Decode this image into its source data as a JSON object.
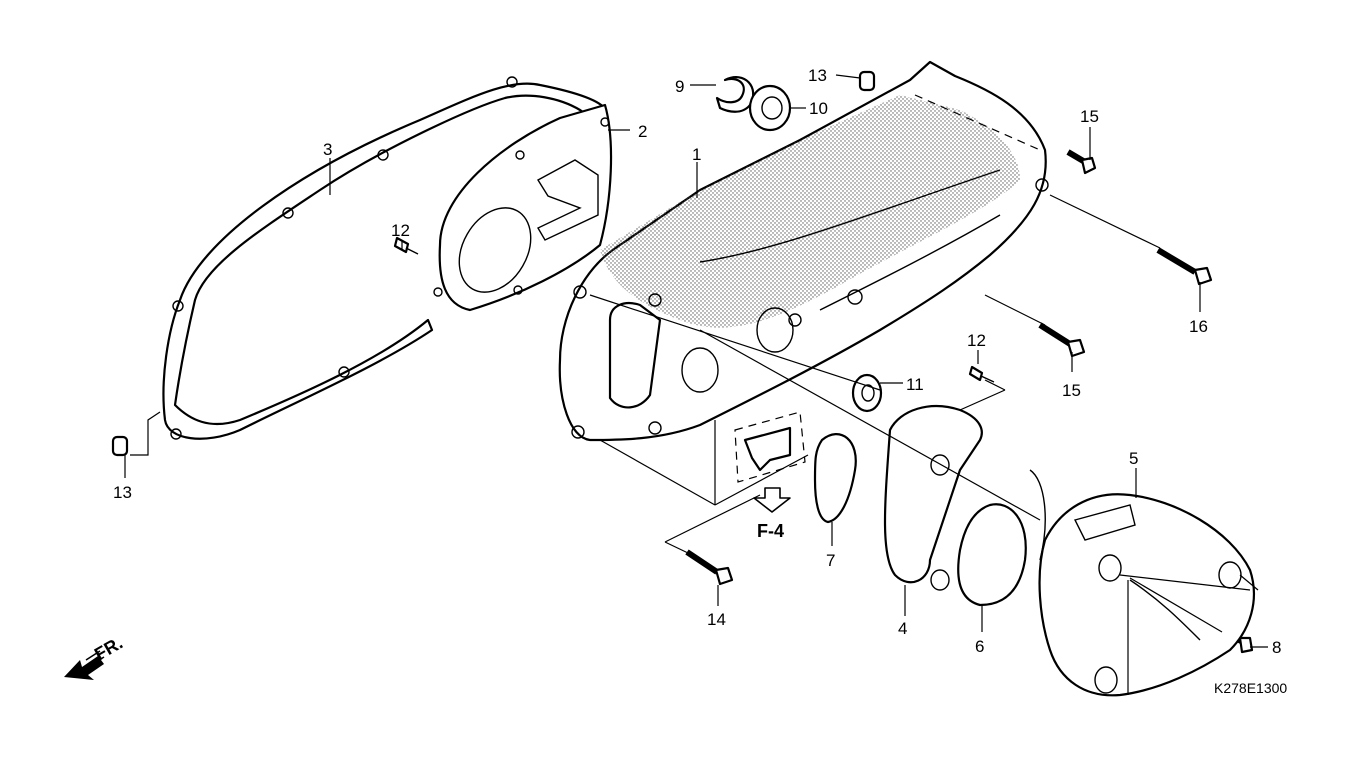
{
  "callouts": {
    "p1": "1",
    "p2": "2",
    "p3": "3",
    "p4": "4",
    "p5": "5",
    "p6": "6",
    "p7": "7",
    "p8": "8",
    "p9": "9",
    "p10": "10",
    "p11": "11",
    "p12a": "12",
    "p12b": "12",
    "p13a": "13",
    "p13b": "13",
    "p14": "14",
    "p15a": "15",
    "p15b": "15",
    "p16": "16"
  },
  "reference": {
    "label": "F-4"
  },
  "direction": {
    "label": "FR."
  },
  "diagram_code": "K278E1300"
}
